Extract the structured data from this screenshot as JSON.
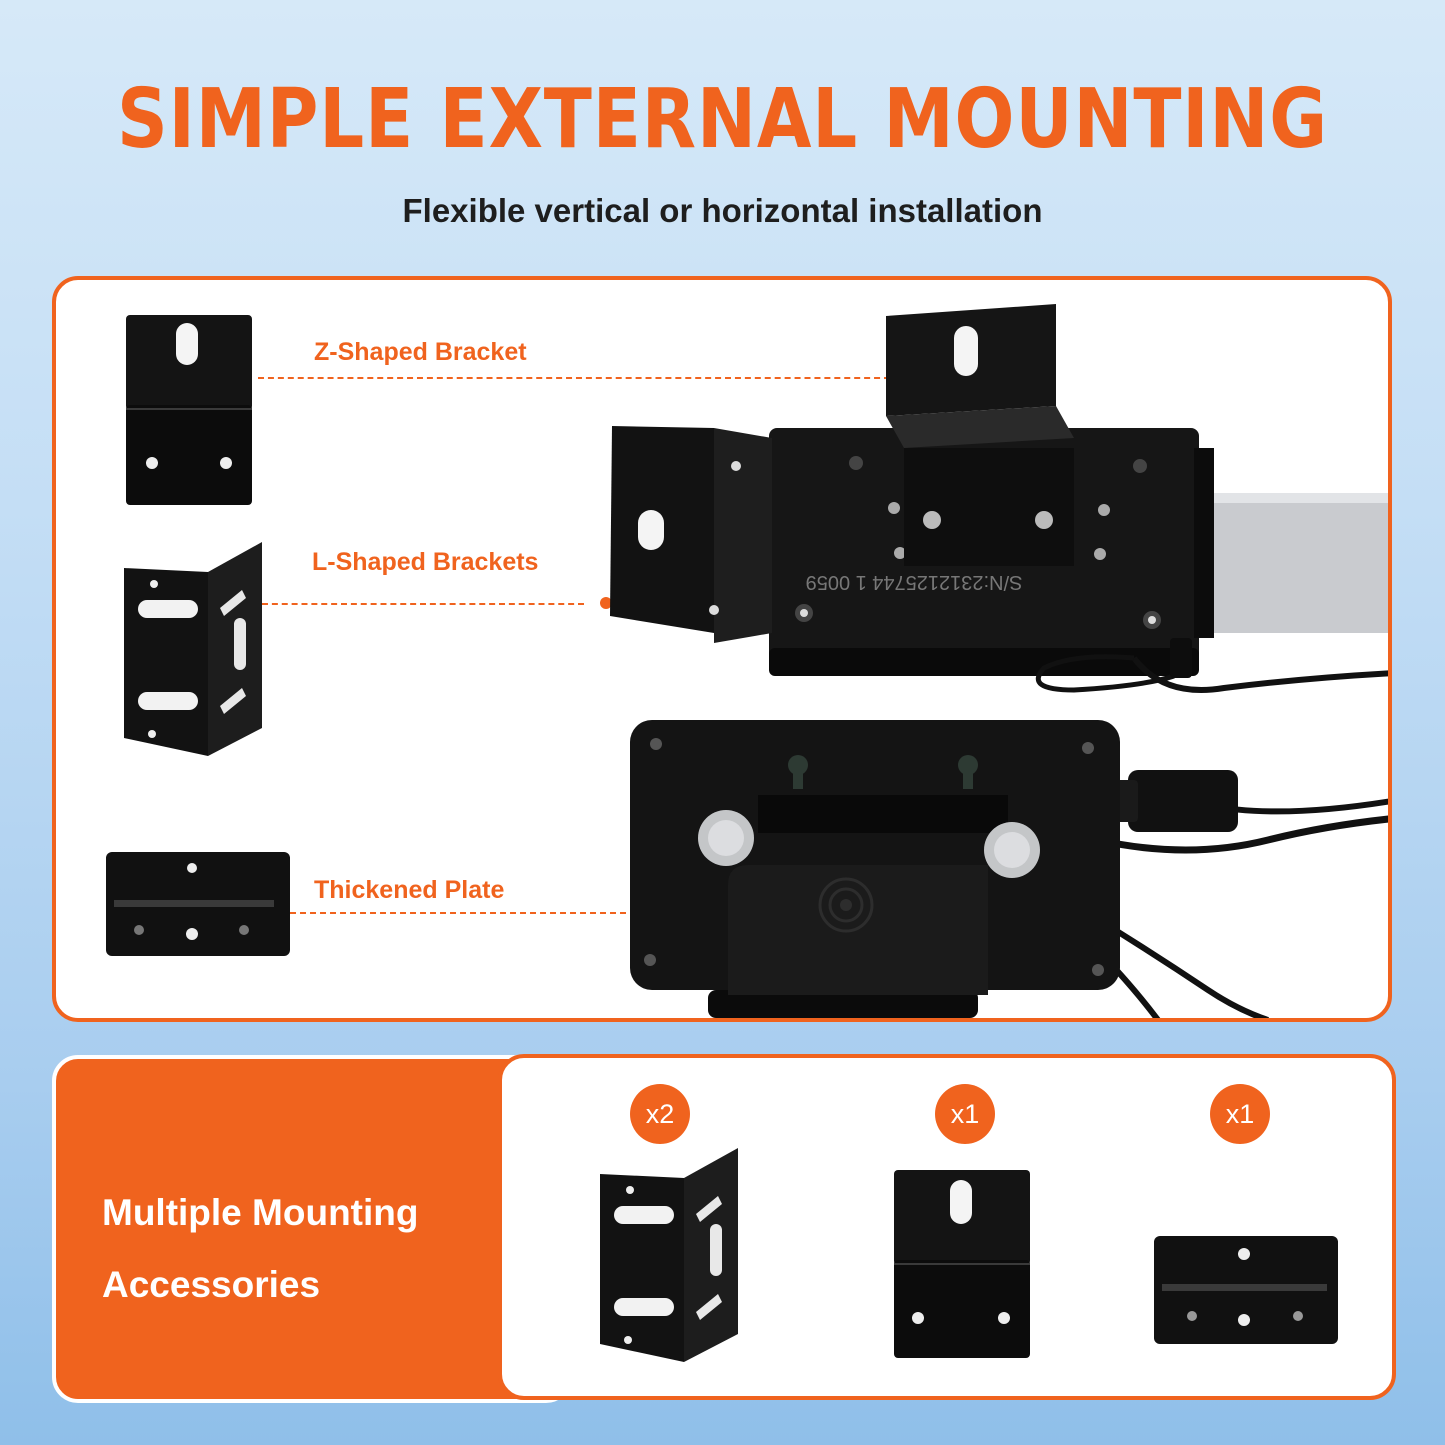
{
  "header": {
    "title": "SIMPLE EXTERNAL MOUNTING",
    "subtitle": "Flexible vertical or horizontal installation"
  },
  "callouts": {
    "z_bracket": "Z-Shaped Bracket",
    "l_brackets": "L-Shaped Brackets",
    "plate": "Thickened Plate"
  },
  "device": {
    "serial": "S/N:2312125744 1 0059"
  },
  "accessories": {
    "heading_line1": "Multiple Mounting",
    "heading_line2": "Accessories",
    "items": [
      {
        "name": "L-Shaped Bracket",
        "qty": "x2"
      },
      {
        "name": "Z-Shaped Bracket",
        "qty": "x1"
      },
      {
        "name": "Thickened Plate",
        "qty": "x1"
      }
    ]
  },
  "colors": {
    "accent": "#f0631e",
    "metal": "#111111",
    "background_top": "#d6e9f8",
    "background_bottom": "#8fbfe9"
  }
}
